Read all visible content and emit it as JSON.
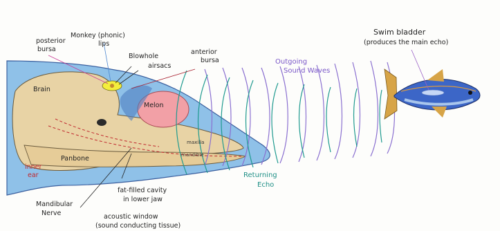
{
  "labels": {
    "posterior_bursa": [
      "posterior",
      "bursa"
    ],
    "monkey_lips": [
      "Monkey (phonic)",
      "lips"
    ],
    "blowhole": "Blowhole",
    "airsacs": "airsacs",
    "anterior_bursa": [
      "anterior",
      "bursa"
    ],
    "brain": "Brain",
    "melon": "Melon",
    "maxilla": "maxilla",
    "mandible": "mandible",
    "pan_bone": "Panbone",
    "inner_ear": [
      "inner",
      "ear"
    ],
    "fat_cavity": [
      "fat-filled cavity",
      "in lower jaw"
    ],
    "mandibular_nerve": [
      "Mandibular",
      "Nerve"
    ],
    "acoustic_window": [
      "acoustic window",
      "(sound conducting tissue)"
    ],
    "outgoing": [
      "Outgoing",
      "Sound Waves"
    ],
    "returning": [
      "Returning",
      "Echo"
    ],
    "swim_bladder": [
      "Swim bladder",
      "(produces the main echo)"
    ]
  },
  "colors": {
    "body_blue": "#8fc1e8",
    "skull": "#e8d3a5",
    "melon": "#f2a0a6",
    "airsac": "#f4ee3c",
    "outgoing_wave": "#8a6fd0",
    "returning_wave": "#1f9a8f",
    "fish_body": "#3c66c7",
    "fish_fin": "#d7a447"
  }
}
